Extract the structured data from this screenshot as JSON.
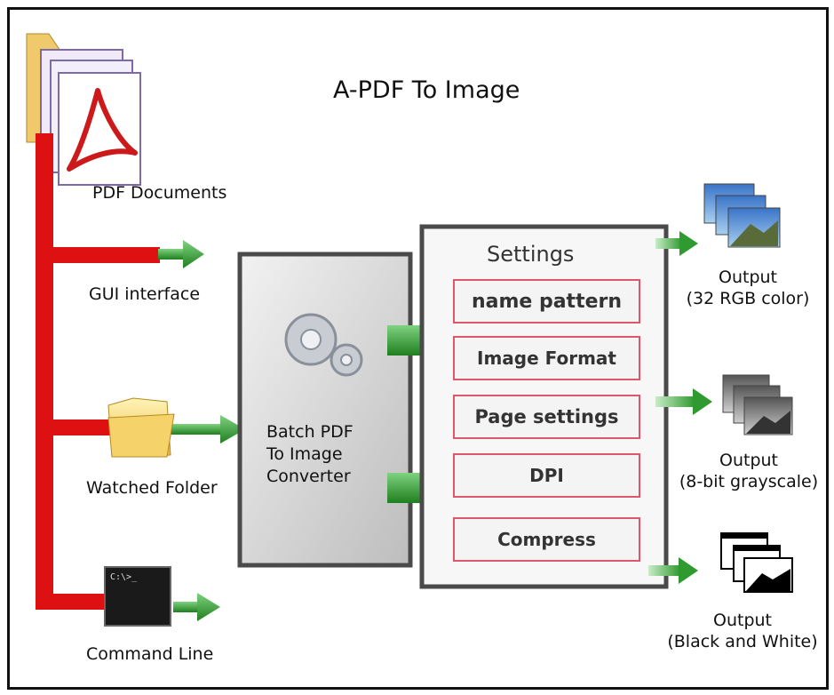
{
  "title": "A-PDF To Image",
  "inputs": {
    "pdf_documents": "PDF Documents",
    "gui_interface": "GUI interface",
    "watched_folder": "Watched Folder",
    "command_line": "Command Line",
    "terminal_prompt": "C:\\>_"
  },
  "converter": {
    "label": "Batch PDF To Image Converter"
  },
  "settings": {
    "title": "Settings",
    "items": [
      "name pattern",
      "Image Format",
      "Page settings",
      "DPI",
      "Compress"
    ]
  },
  "outputs": [
    {
      "label": "Output",
      "sublabel": "(32 RGB color)",
      "icon": "color-images-icon"
    },
    {
      "label": "Output",
      "sublabel": "(8-bit grayscale)",
      "icon": "grayscale-images-icon"
    },
    {
      "label": "Output",
      "sublabel": "(Black and White)",
      "icon": "bw-images-icon"
    }
  ],
  "colors": {
    "pipe": "#dd1111",
    "arrow": "#2f9a2f",
    "setting_border": "#e0566a",
    "acrobat": "#cc1a1a"
  }
}
